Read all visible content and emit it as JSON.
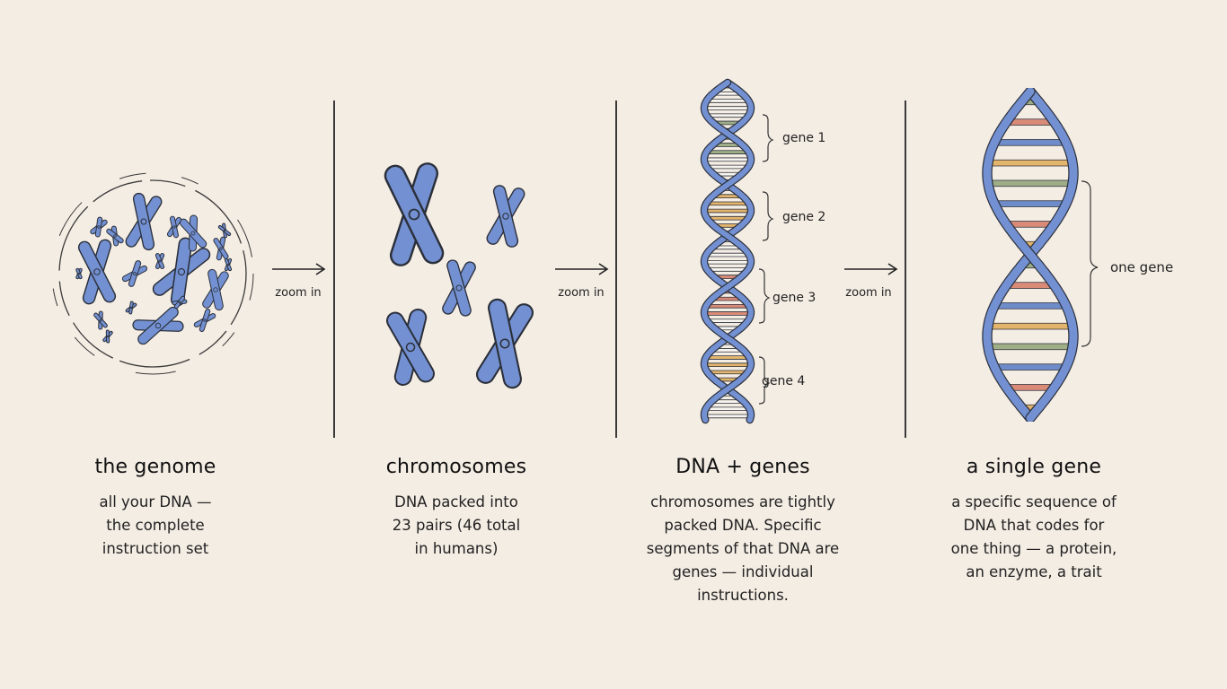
{
  "colors": {
    "background": "#f4ede4",
    "chromosome": "#7391d2",
    "outline": "#2b2f3a",
    "gene_green": "#9fae86",
    "gene_orange": "#e2b46c",
    "gene_red": "#d98b78",
    "gene_blue": "#6f8cca"
  },
  "panels": [
    {
      "id": "genome",
      "icon": "genome-cell-icon",
      "title": "the genome",
      "desc": [
        "all your DNA —",
        "the complete",
        "instruction set"
      ]
    },
    {
      "id": "chromosomes",
      "icon": "chromosomes-icon",
      "title": "chromosomes",
      "desc": [
        "DNA packed into",
        "23 pairs (46 total",
        "in humans)"
      ]
    },
    {
      "id": "dna-genes",
      "icon": "dna-helix-icon",
      "title": "DNA + genes",
      "desc": [
        "chromosomes are tightly",
        "packed DNA. Specific",
        "segments of that DNA are",
        "genes — individual",
        "instructions."
      ]
    },
    {
      "id": "single-gene",
      "icon": "single-gene-helix-icon",
      "title": "a single gene",
      "desc": [
        "a specific sequence of",
        "DNA that codes for",
        "one thing — a protein,",
        "an enzyme, a trait"
      ]
    }
  ],
  "arrows": [
    {
      "label": "zoom in"
    },
    {
      "label": "zoom in"
    },
    {
      "label": "zoom in"
    }
  ],
  "gene_labels": [
    "gene 1",
    "gene 2",
    "gene 3",
    "gene 4"
  ],
  "single_gene_label": "one gene"
}
